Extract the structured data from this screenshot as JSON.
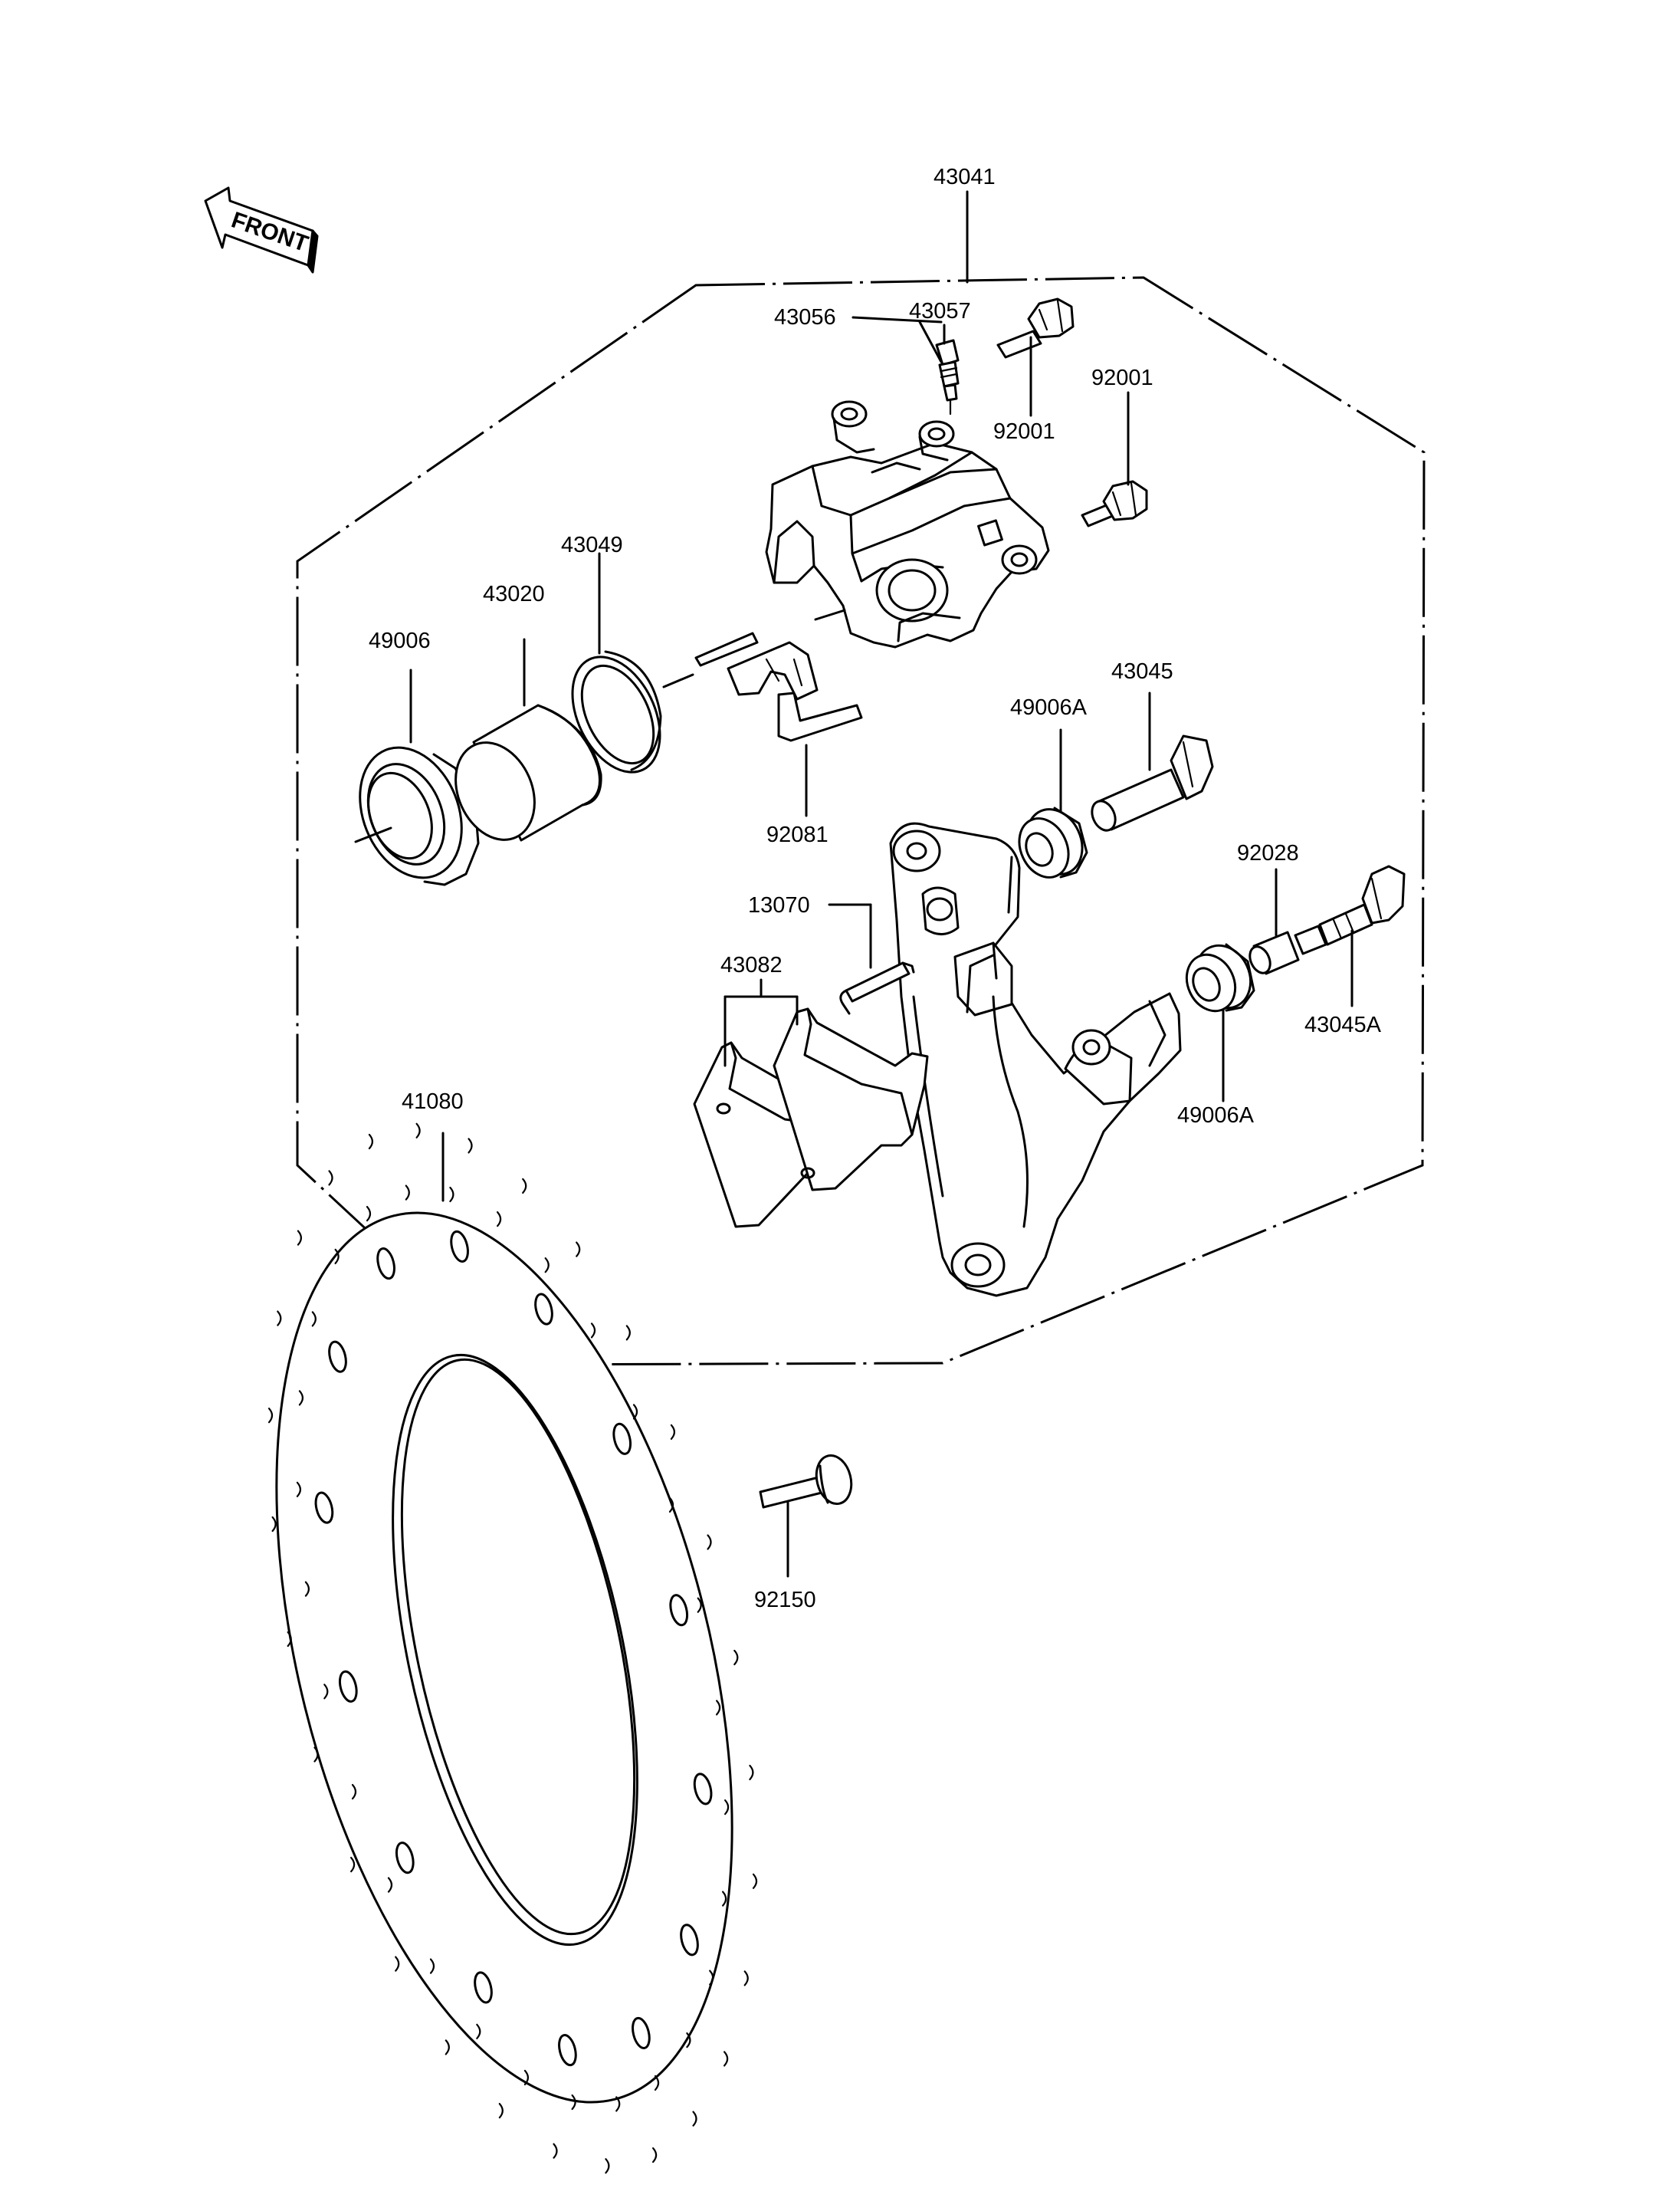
{
  "front_marker": "FRONT",
  "labels": {
    "assembly": "43041",
    "bleed_cap": "43057",
    "bleed_valve": "43056",
    "bolt_upper": "92001",
    "bolt_lower": "92001",
    "piston_seal": "43049",
    "piston": "43020",
    "dust_seal": "49006",
    "pad_spring": "92081",
    "bushing_upper": "49006A",
    "slide_pin": "43045",
    "sleeve": "92028",
    "pad_pin_clip": "13070",
    "pad_set": "43082",
    "slide_pin_a": "43045A",
    "bushing_lower": "49006A",
    "disc": "41080",
    "disc_bolt": "92150"
  }
}
